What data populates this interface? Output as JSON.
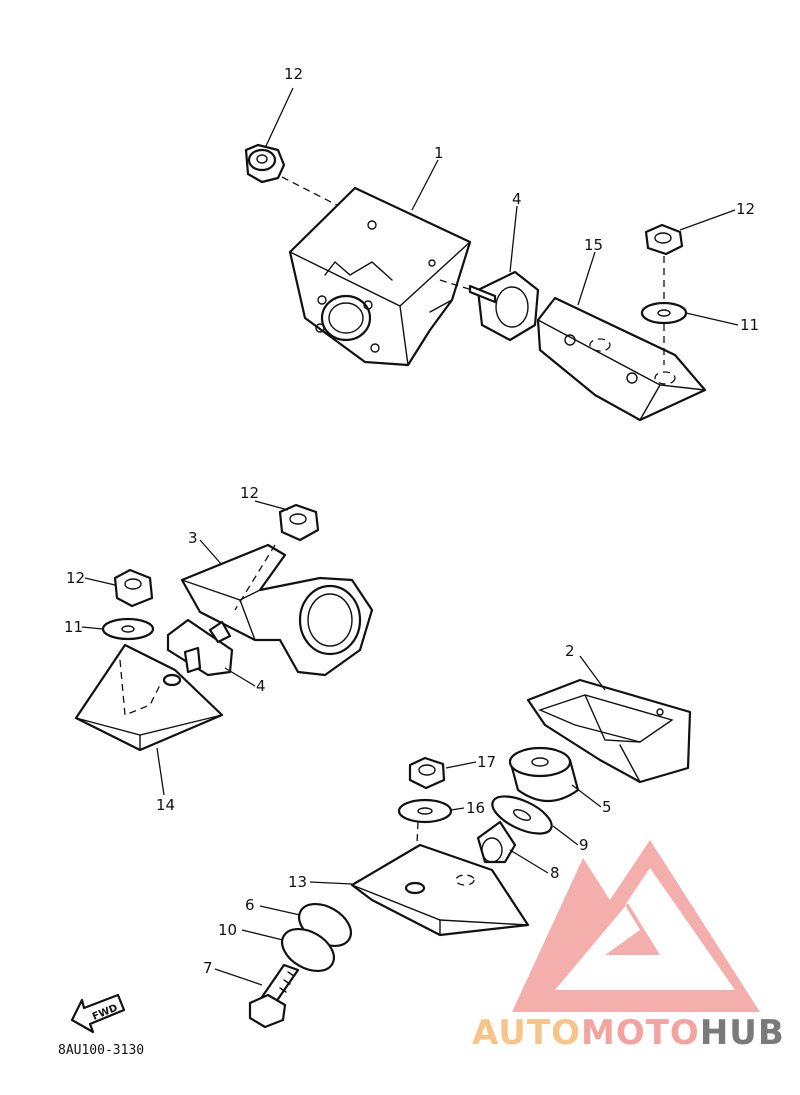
{
  "diagram_code": "8AU100-3130",
  "fwd_label": "FWD",
  "callouts": {
    "c1": "1",
    "c2": "2",
    "c3": "3",
    "c4a": "4",
    "c4b": "4",
    "c5": "5",
    "c6": "6",
    "c7": "7",
    "c8": "8",
    "c9": "9",
    "c10": "10",
    "c11a": "11",
    "c11b": "11",
    "c12a": "12",
    "c12b": "12",
    "c12c": "12",
    "c12d": "12",
    "c13": "13",
    "c14": "14",
    "c15": "15",
    "c16": "16",
    "c17": "17"
  },
  "watermark": {
    "part1": "AUTO",
    "part2": "MOTO",
    "part3": "HUB",
    "color1": "#f7c58a",
    "color2": "#f3a3a0",
    "color3": "#7a7a7a",
    "logo_color": "#f2a09c"
  }
}
